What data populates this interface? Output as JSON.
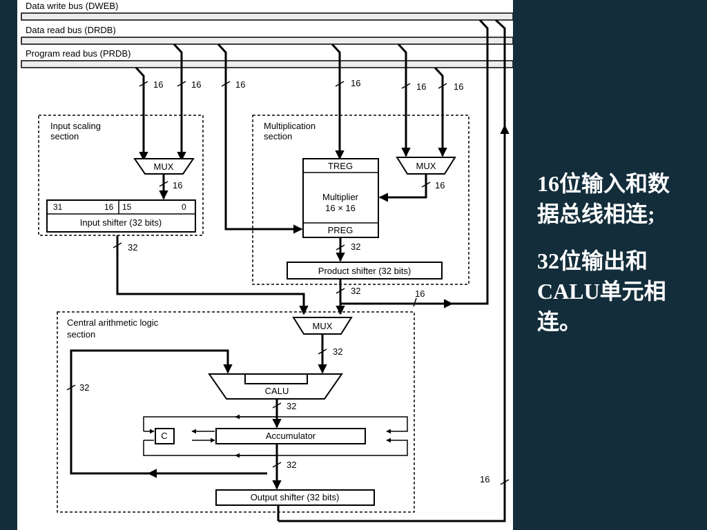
{
  "buses": {
    "dweb": "Data write bus (DWEB)",
    "drdb": "Data read bus (DRDB)",
    "prdb": "Program read bus (PRDB)"
  },
  "widths": {
    "w16": "16",
    "w32": "32"
  },
  "sections": {
    "input_scaling": [
      "Input scaling",
      "section"
    ],
    "multiplication": [
      "Multiplication",
      "section"
    ],
    "calu": [
      "Central arithmetic logic",
      "section"
    ]
  },
  "blocks": {
    "mux": "MUX",
    "input_shifter": "Input shifter (32 bits)",
    "bit31": "31",
    "bit16": "16",
    "bit15": "15",
    "bit0": "0",
    "treg": "TREG",
    "multiplier": "Multiplier",
    "multiplier_size": "16 × 16",
    "preg": "PREG",
    "product_shifter": "Product shifter (32 bits)",
    "calu": "CALU",
    "accumulator": "Accumulator",
    "carry": "C",
    "output_shifter": "Output shifter (32 bits)"
  },
  "notes": {
    "note1": "16位输入和数据总线相连;",
    "note2": "32位输出和CALU单元相连。"
  },
  "colors": {
    "page_background": "#132d3b",
    "diagram_background": "#ffffff",
    "bus_fill": "#ececec",
    "ink": "#000000",
    "note_text": "#ffffff"
  }
}
